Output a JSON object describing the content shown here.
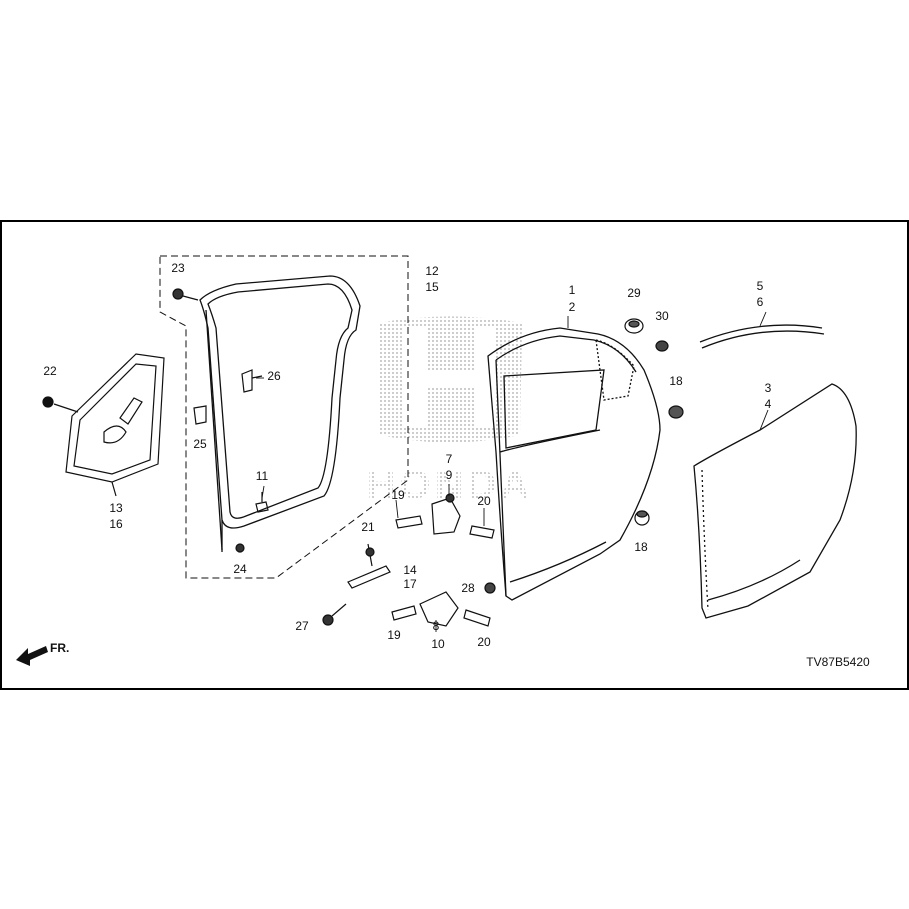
{
  "diagram": {
    "drawing_code": "TV87B5420",
    "front_indicator": "FR.",
    "watermark_text": "HONDA",
    "part_numbers": {
      "p1": "1",
      "p2": "2",
      "p3": "3",
      "p4": "4",
      "p5": "5",
      "p6": "6",
      "p7": "7",
      "p8": "8",
      "p9": "9",
      "p10": "10",
      "p11": "11",
      "p12": "12",
      "p13": "13",
      "p14": "14",
      "p15": "15",
      "p16": "16",
      "p17": "17",
      "p18a": "18",
      "p18b": "18",
      "p19a": "19",
      "p19b": "19",
      "p20a": "20",
      "p20b": "20",
      "p21": "21",
      "p22": "22",
      "p23": "23",
      "p24": "24",
      "p25": "25",
      "p26": "26",
      "p27": "27",
      "p28": "28",
      "p29": "29",
      "p30": "30"
    }
  },
  "colors": {
    "line": "#111111",
    "frame": "#000000",
    "watermark": "#b5b5b5"
  }
}
